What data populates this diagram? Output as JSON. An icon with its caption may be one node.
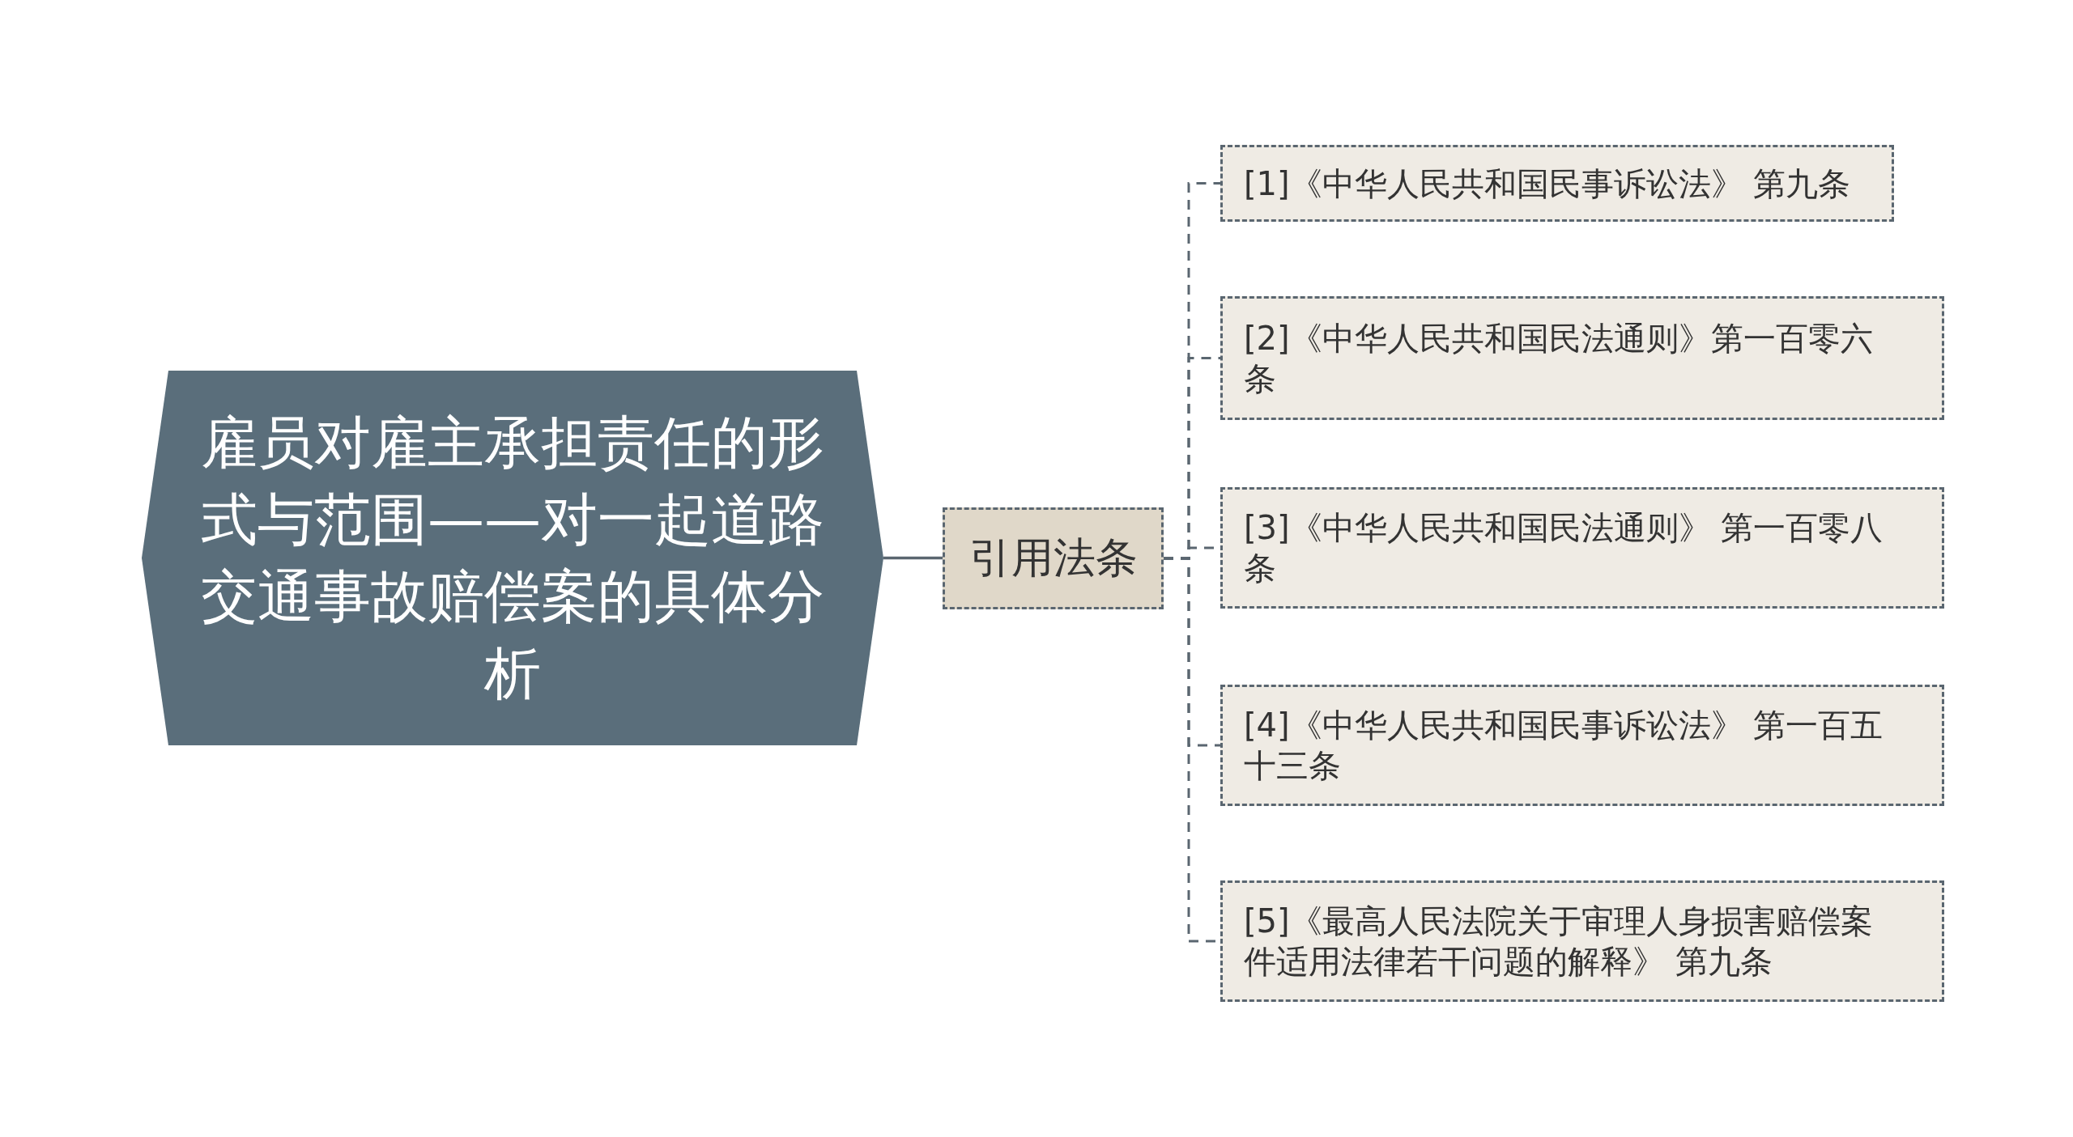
{
  "diagram": {
    "nodes": [
      {
        "text": [
          "雇员对雇主承担责任的形式与范围——对一起道路交通事故赔偿案的具体分析"
        ]
      },
      {
        "text": [
          "引用法条"
        ]
      },
      {
        "text": [
          "[1]《中华人民共和国民事诉讼法》 第九条"
        ]
      },
      {
        "text": [
          "[2]《中华人民共和国民法通则》第一百零六条"
        ]
      },
      {
        "text": [
          "[3]《中华人民共和国民法通则》 第一百零八条"
        ]
      },
      {
        "text": [
          "[4]《中华人民共和国民事诉讼法》 第一百五十三条"
        ]
      },
      {
        "text": [
          "[5]《最高人民法院关于审理人身损害赔偿案件适用法律若干问题的解释》 第九条"
        ]
      }
    ],
    "edges": [
      {
        "from": 0,
        "to": 1,
        "arrow": "none"
      },
      {
        "from": 1,
        "to": 2,
        "arrow": "none",
        "style": "dashed"
      },
      {
        "from": 1,
        "to": 3,
        "arrow": "none",
        "style": "dashed"
      },
      {
        "from": 1,
        "to": 4,
        "arrow": "none",
        "style": "dashed"
      },
      {
        "from": 1,
        "to": 5,
        "arrow": "none",
        "style": "dashed"
      },
      {
        "from": 1,
        "to": 6,
        "arrow": "none",
        "style": "dashed"
      }
    ]
  }
}
